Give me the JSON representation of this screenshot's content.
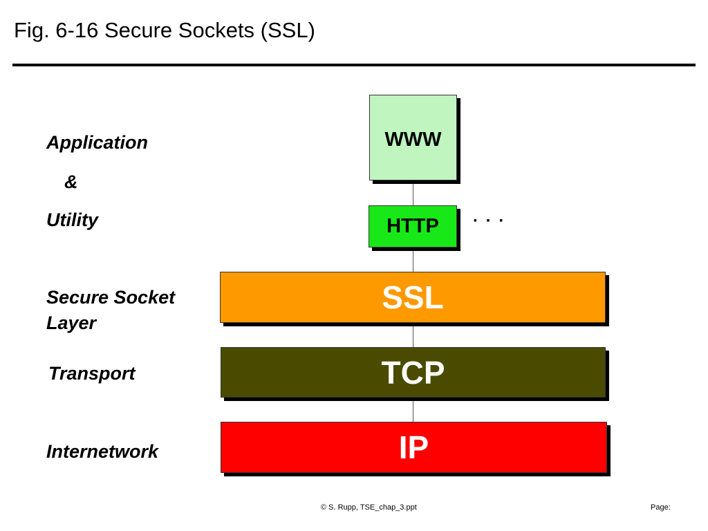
{
  "slide": {
    "title": "Fig. 6-16 Secure Sockets (SSL)",
    "footer_copyright": "© S. Rupp, TSE_chap_3.ppt",
    "footer_page": "Page:"
  },
  "layers": {
    "application": "Application",
    "ampersand": "&",
    "utility": "Utility",
    "ssl_line1": "Secure Socket",
    "ssl_line2": "Layer",
    "transport": "Transport",
    "internetwork": "Internetwork"
  },
  "boxes": {
    "www": {
      "label": "WWW",
      "color": "#c0f5c0"
    },
    "http": {
      "label": "HTTP",
      "color": "#18e818"
    },
    "ssl": {
      "label": "SSL",
      "color": "#ff9900"
    },
    "tcp": {
      "label": "TCP",
      "color": "#4b4b00"
    },
    "ip": {
      "label": "IP",
      "color": "#ff0000"
    }
  },
  "ellipsis": "· · ·"
}
